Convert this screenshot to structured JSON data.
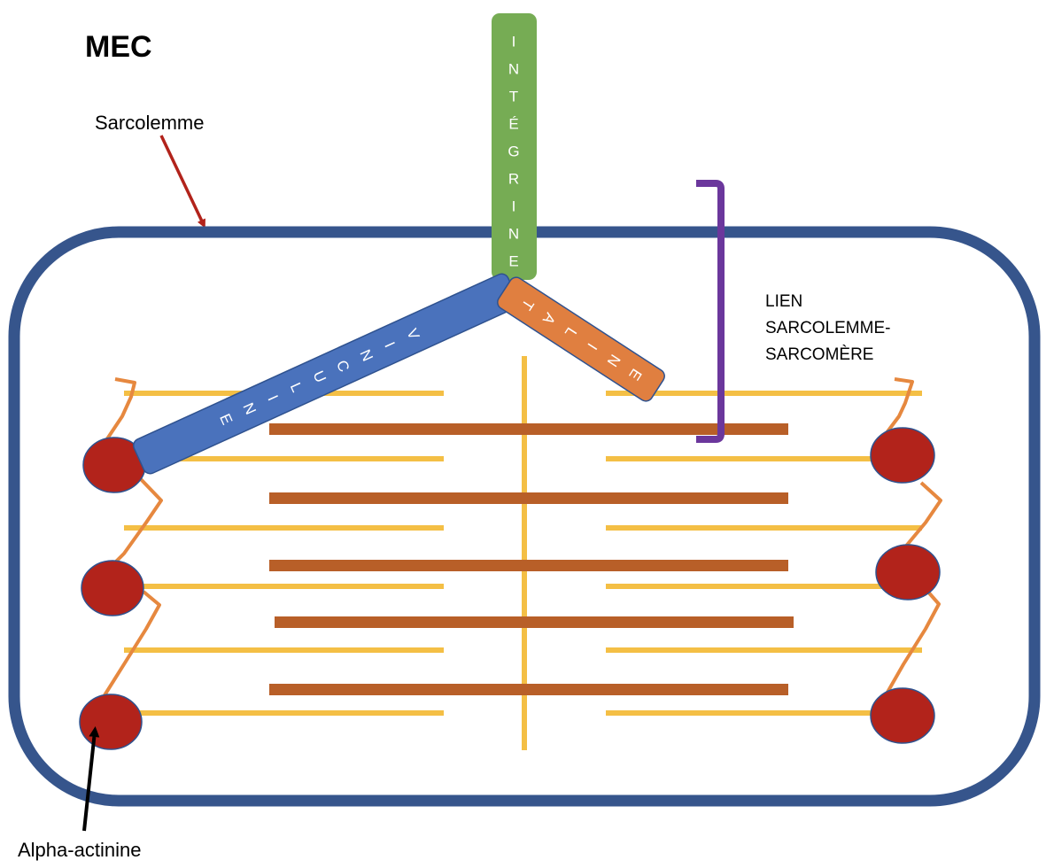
{
  "labels": {
    "mec": "MEC",
    "sarcolemme": "Sarcolemme",
    "alpha_actinine": "Alpha-actinine",
    "lien_line1": "LIEN",
    "lien_line2": "SARCOLEMME-",
    "lien_line3": "SARCOMÈRE"
  },
  "proteins": {
    "integrine": [
      "I",
      "N",
      "T",
      "É",
      "G",
      "R",
      "I",
      "N",
      "E"
    ],
    "vinculine": [
      "V",
      "I",
      "N",
      "C",
      "U",
      "L",
      "I",
      "N",
      "E"
    ],
    "taline": [
      "T",
      "A",
      "L",
      "I",
      "N",
      "E"
    ]
  },
  "colors": {
    "membrane": "#36558c",
    "integrine": "#76ac54",
    "vinculine": "#4a72bc",
    "taline": "#e07f40",
    "protein_outline": "#2f528f",
    "actin": "#f4bf45",
    "myosin": "#b85f28",
    "alpha_actinine": "#b2231b",
    "titin": "#e6883f",
    "bracket": "#6b379c",
    "sarcolemme_arrow": "#b2231b",
    "alpha_arrow": "#000000"
  }
}
